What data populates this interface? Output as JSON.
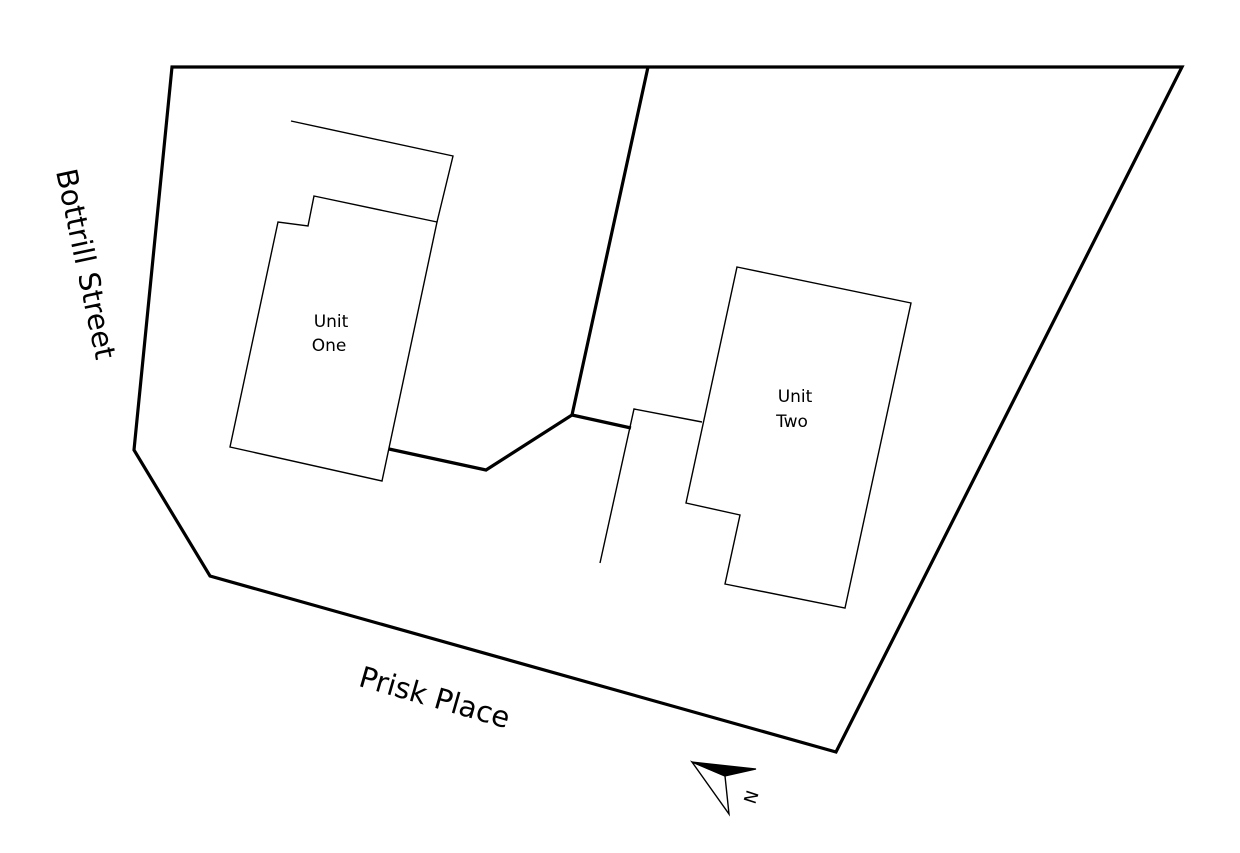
{
  "streets": {
    "bottrill": "Bottrill Street",
    "prisk": "Prisk Place"
  },
  "units": {
    "one": {
      "line1": "Unit",
      "line2": "One"
    },
    "two": {
      "line1": "Unit",
      "line2": "Two"
    }
  },
  "north_arrow": {
    "label": "N"
  },
  "colors": {
    "lines": "#000000",
    "background": "#ffffff"
  }
}
